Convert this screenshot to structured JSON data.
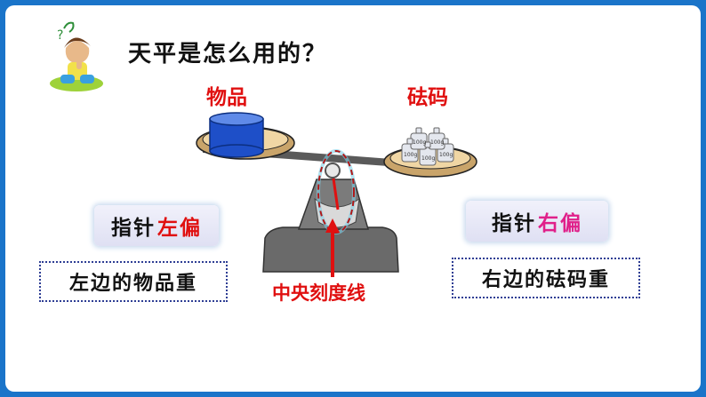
{
  "question": "天平是怎么用的？",
  "labels": {
    "item": "物品",
    "weight": "砝码",
    "center_line": "中央刻度线",
    "weight_marks": [
      "100g",
      "100g",
      "100g",
      "100g",
      "100g"
    ]
  },
  "left_box": {
    "prefix": "指针",
    "highlight": "左偏"
  },
  "right_box": {
    "prefix": "指针",
    "highlight": "右偏"
  },
  "left_conclusion": "左边的物品重",
  "right_conclusion": "右边的砝码重",
  "colors": {
    "frame": "#1a74c9",
    "accent_red": "#e01010",
    "accent_pink": "#e0208a",
    "cylinder": "#1e4fc8",
    "pan": "#e8c48a"
  },
  "icons": [
    "thinking-boy-icon",
    "balance-scale-icon"
  ]
}
